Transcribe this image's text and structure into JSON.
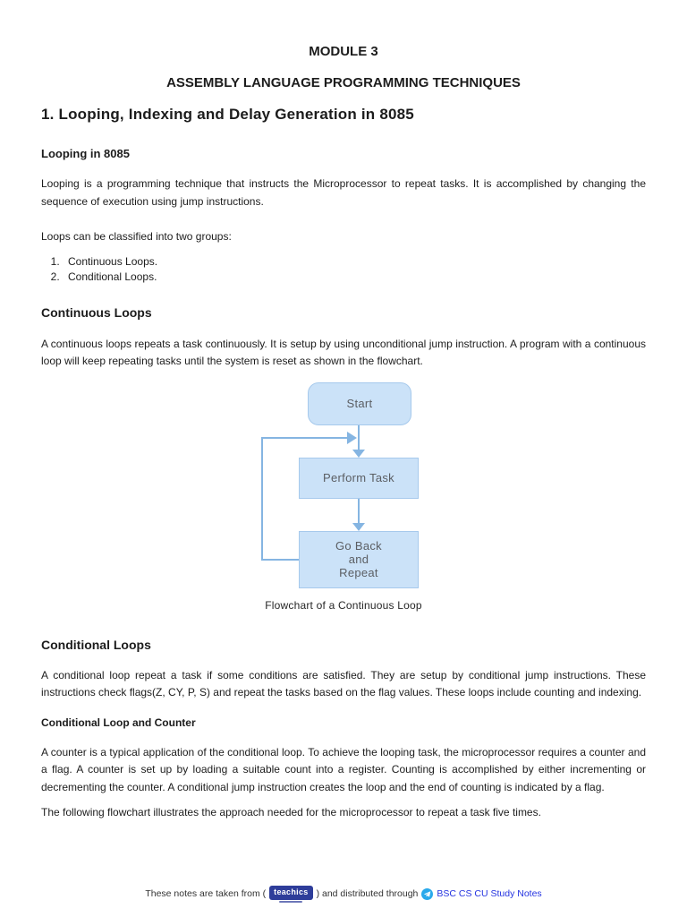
{
  "page": {
    "title": "MODULE 3",
    "subtitle": "ASSEMBLY LANGUAGE PROGRAMMING TECHNIQUES",
    "section_heading": "1. Looping, Indexing and Delay Generation in 8085"
  },
  "looping": {
    "heading": "Looping in 8085",
    "para1": "Looping is a programming technique that instructs the Microprocessor to repeat tasks. It is accomplished by changing the sequence of execution using jump instructions.",
    "intro_line": "Loops can be classified into two groups:",
    "list": [
      "Continuous Loops.",
      "Conditional Loops."
    ]
  },
  "continuous": {
    "heading": "Continuous Loops",
    "para": "A continuous loops repeats a task continuously. It is setup by using unconditional jump instruction. A program with a continuous loop will keep repeating tasks until the system is reset as shown in the flowchart.",
    "flowchart": {
      "nodes": {
        "start": "Start",
        "perform": "Perform Task",
        "goback": "Go Back\nand\nRepeat"
      },
      "caption": "Flowchart of a Continuous Loop",
      "colors": {
        "node_fill": "#cbe2f8",
        "node_border": "#a6c9ec",
        "arrow": "#85b5e2",
        "node_text": "#5b5e63"
      }
    }
  },
  "conditional": {
    "heading": "Conditional Loops",
    "para": "A conditional loop repeat a task if some conditions are satisfied. They are setup by conditional jump instructions. These instructions check flags(Z, CY, P, S) and repeat the tasks based on the flag values. These loops include counting and indexing.",
    "counter_heading": "Conditional Loop and Counter",
    "counter_para": "A counter is a typical application of the conditional loop. To achieve the looping task, the microprocessor requires a counter and a flag. A counter is set up by loading a suitable count into a register. Counting is accomplished by either incrementing or decrementing the counter. A conditional jump instruction creates the loop and the end of counting is indicated by a flag.",
    "closing_para": "The following flowchart illustrates the approach needed for the microprocessor to repeat a task five times."
  },
  "footer": {
    "prefix": "These notes are taken from (",
    "logo": "teachics",
    "middle": ") and distributed through",
    "link": "BSC CS CU Study Notes",
    "link_color": "#2433e0",
    "telegram_color": "#29a9eb"
  }
}
